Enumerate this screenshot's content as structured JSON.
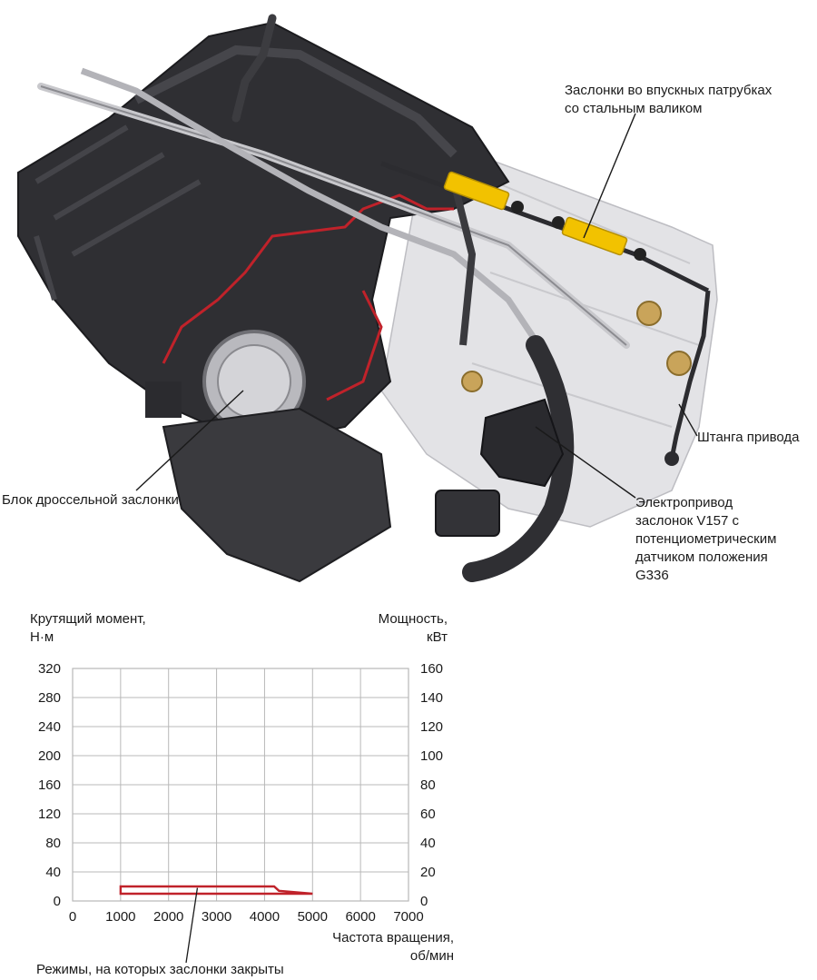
{
  "labels": {
    "intake_flaps": [
      "Заслонки во впускных патрубках",
      "со стальным валиком"
    ],
    "actuator_rod": "Штанга привода",
    "throttle_body": "Блок дроссельной заслонки",
    "flap_motor": [
      "Электропривод",
      "заслонок V157 с",
      "потенциометрическим",
      "датчиком положения",
      "G336"
    ]
  },
  "colors": {
    "flap_yellow": "#f2c200",
    "cutaway_red": "#c0222a",
    "chart_line": "#c0222a",
    "grid": "#b8b8b8",
    "body_dark": "#2a2a2e",
    "body_light": "#d9d9dc"
  },
  "chart_data": {
    "type": "line",
    "left_axis_label": [
      "Крутящий момент,",
      "Н·м"
    ],
    "right_axis_label": [
      "Мощность,",
      "кВт"
    ],
    "x_axis_label": [
      "Частота вращения,",
      "об/мин"
    ],
    "left_ticks": [
      0,
      40,
      80,
      120,
      160,
      200,
      240,
      280,
      320
    ],
    "right_ticks": [
      0,
      20,
      40,
      60,
      80,
      100,
      120,
      140,
      160
    ],
    "x_ticks": [
      0,
      1000,
      2000,
      3000,
      4000,
      5000,
      6000,
      7000
    ],
    "xlim": [
      0,
      7000
    ],
    "ylim_left": [
      0,
      320
    ],
    "ylim_right": [
      0,
      160
    ],
    "grid": true,
    "region_caption": "Режимы, на которых заслонки закрыты",
    "closed_region": {
      "x": [
        1000,
        1000,
        1200,
        4200,
        4300,
        5000
      ],
      "y": [
        10,
        20,
        20,
        20,
        14,
        10
      ],
      "unit": "Н·м"
    }
  }
}
